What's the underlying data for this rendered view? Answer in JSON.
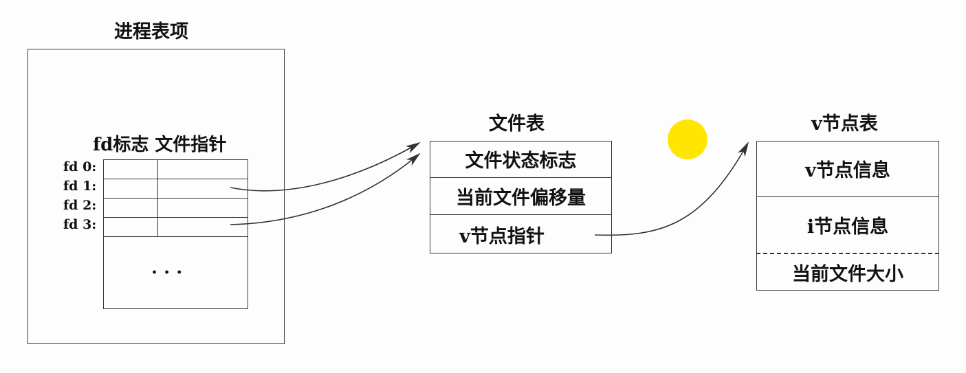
{
  "process_table": {
    "title": "进程表项",
    "column_header": "fd标志 文件指针",
    "fd_rows": [
      {
        "label": "fd 0:"
      },
      {
        "label": "fd 1:"
      },
      {
        "label": "fd 2:"
      },
      {
        "label": "fd 3:"
      }
    ],
    "ellipsis": "· · ·"
  },
  "file_table": {
    "title": "文件表",
    "rows": [
      "文件状态标志",
      "当前文件偏移量",
      "v节点指针"
    ]
  },
  "vnode_table": {
    "title": "v节点表",
    "rows": [
      "v节点信息",
      "i节点信息",
      "当前文件大小"
    ]
  },
  "colors": {
    "stroke": "#333333",
    "marker": "#ffe600"
  }
}
